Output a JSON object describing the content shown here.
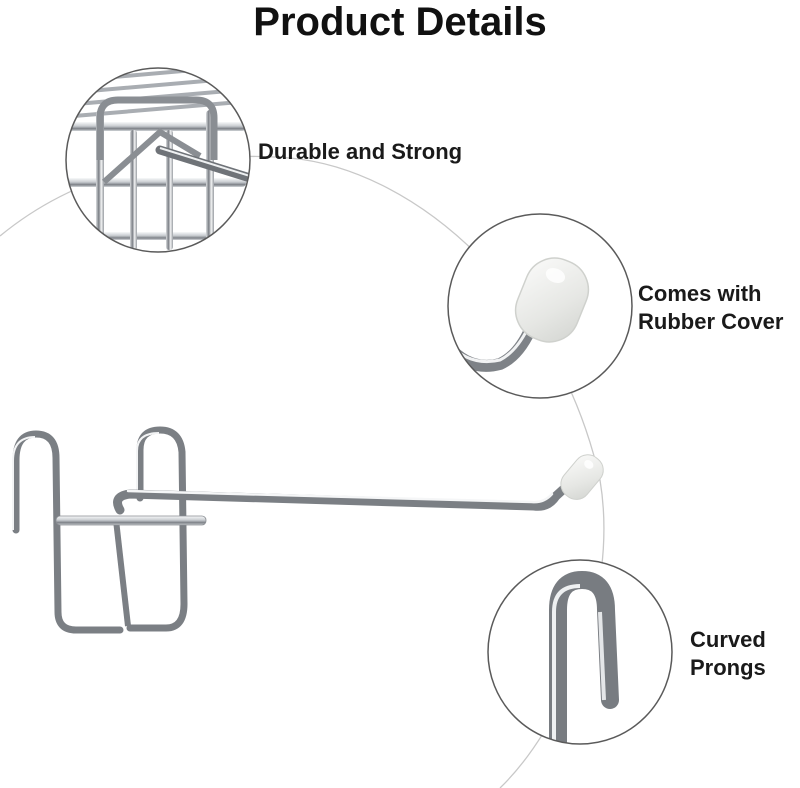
{
  "page": {
    "title": "Product Details"
  },
  "features": [
    {
      "icon": "wire-grid-closeup-icon",
      "lines": [
        "Durable and Strong"
      ]
    },
    {
      "icon": "rubber-cap-closeup-icon",
      "lines": [
        "Comes with",
        "Rubber Cover"
      ]
    },
    {
      "icon": "curved-prong-closeup-icon",
      "lines": [
        "Curved",
        "Prongs"
      ]
    }
  ],
  "colors": {
    "metal_dark": "#6f7378",
    "metal_mid": "#b8bcc1",
    "metal_light": "#f4f5f6",
    "circle_border": "#5a5a5a",
    "arc_line": "#c8c8c8",
    "rubber_cap": "#e9eae8",
    "text": "#111111"
  }
}
